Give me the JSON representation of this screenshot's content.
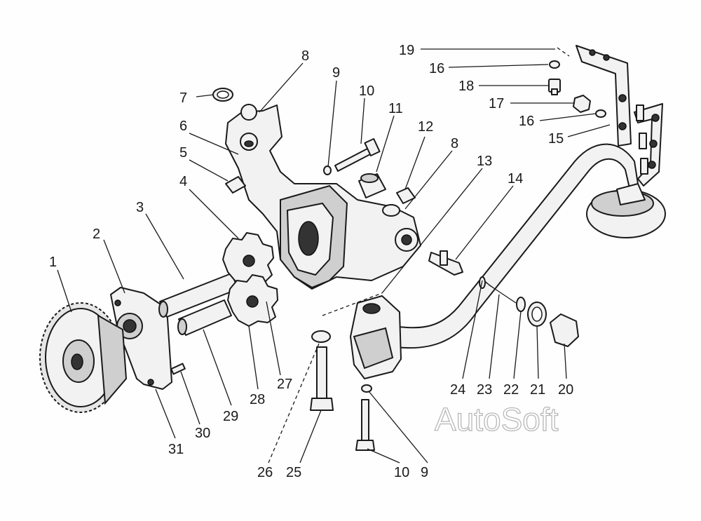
{
  "watermark": "AutoSoft",
  "callouts": [
    "1",
    "2",
    "3",
    "4",
    "5",
    "6",
    "7",
    "8",
    "9",
    "10",
    "11",
    "12",
    "8",
    "13",
    "14",
    "19",
    "16",
    "18",
    "17",
    "16",
    "15",
    "24",
    "23",
    "22",
    "21",
    "20",
    "27",
    "28",
    "29",
    "30",
    "31",
    "26",
    "25",
    "10",
    "9"
  ]
}
